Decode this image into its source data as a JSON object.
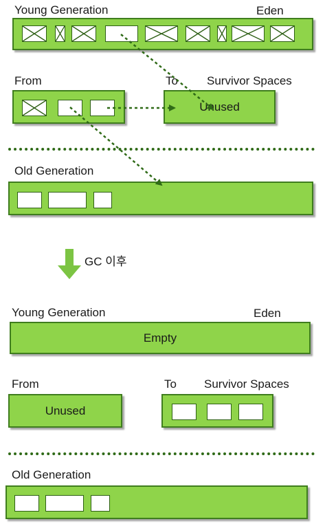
{
  "before": {
    "young_label": "Young Generation",
    "eden_label": "Eden",
    "from_label": "From",
    "to_label": "To",
    "survivor_label": "Survivor Spaces",
    "to_text": "Unused",
    "old_label": "Old Generation"
  },
  "transition": {
    "label": "GC 이후"
  },
  "after": {
    "young_label": "Young Generation",
    "eden_label": "Eden",
    "eden_text": "Empty",
    "from_label": "From",
    "from_text": "Unused",
    "to_label": "To",
    "survivor_label": "Survivor Spaces",
    "old_label": "Old Generation"
  },
  "colors": {
    "box_fill": "#8fd44a",
    "box_border": "#3f7d1e",
    "arrow": "#2f6a17",
    "separator": "#2f6a17",
    "down_arrow": "#7cc443"
  }
}
